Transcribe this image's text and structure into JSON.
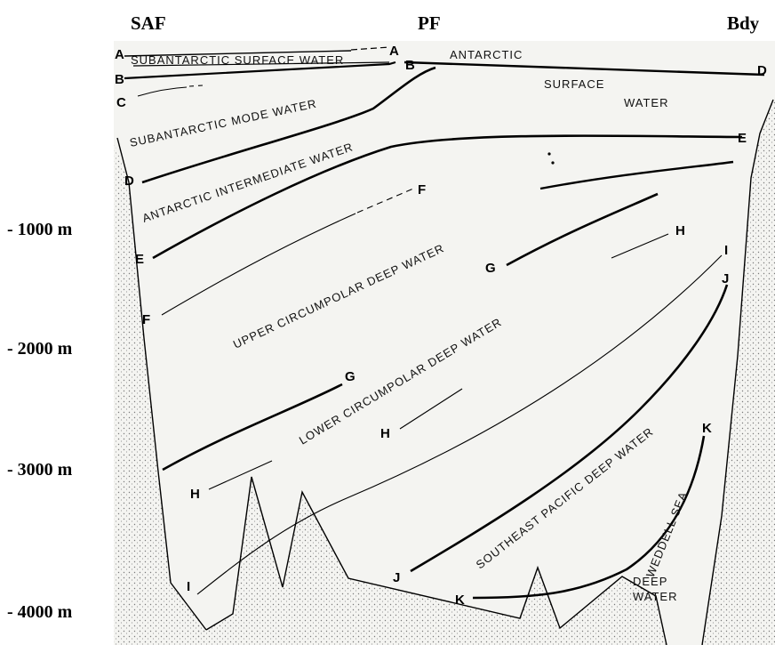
{
  "headers": {
    "saf": "SAF",
    "pf": "PF",
    "bdy": "Bdy"
  },
  "depth_labels": [
    "- 1000 m",
    "- 2000 m",
    "- 3000 m",
    "- 4000 m"
  ],
  "water_masses": {
    "subantarctic_surface": "SUBANTARCTIC SURFACE WATER",
    "antarctic": "ANTARCTIC",
    "surface": "SURFACE",
    "water": "WATER",
    "subantarctic_mode": "SUBANTARCTIC MODE WATER",
    "antarctic_intermediate": "ANTARCTIC INTERMEDIATE WATER",
    "upper_cdw_1": "UPPER CIRCUMPOLAR DEEP WATER",
    "lower_cdw": "LOWER CIRCUMPOLAR DEEP WATER",
    "southeast_pacific": "SOUTHEAST PACIFIC DEEP WATER",
    "weddell_sea": "WEDDELL SEA",
    "deep": "DEEP",
    "deep_water": "WATER"
  },
  "markers": {
    "A": "A",
    "B": "B",
    "C": "C",
    "D": "D",
    "E": "E",
    "F": "F",
    "G": "G",
    "H": "H",
    "I": "I",
    "J": "J",
    "K": "K"
  },
  "colors": {
    "ink": "#000000",
    "paper": "#f4f4f1",
    "stipple": "#8a8a8a"
  }
}
